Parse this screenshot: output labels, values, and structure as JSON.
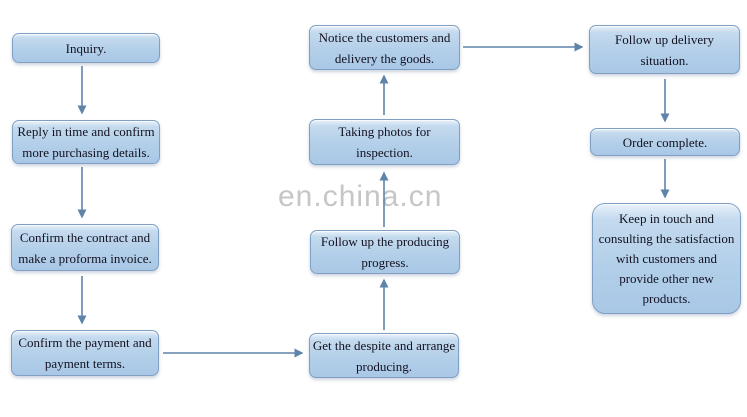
{
  "watermark": {
    "text": "en.china.cn"
  },
  "colors": {
    "background": "#ffffff",
    "box_fill_top": "#e9f2fb",
    "box_fill_bottom": "#a9c8e6",
    "box_border": "#7f9fc3",
    "arrow": "#5f84a9",
    "text": "#121220",
    "watermark": "#c6c6c6"
  },
  "nodes": {
    "inquiry": {
      "label": "Inquiry."
    },
    "reply": {
      "label": "Reply in time and confirm more purchasing details."
    },
    "contract": {
      "label": "Confirm the contract and make a proforma invoice."
    },
    "payment": {
      "label": "Confirm the payment and payment terms."
    },
    "despite": {
      "label": "Get the despite and arrange producing."
    },
    "progress": {
      "label": "Follow up the producing progress."
    },
    "photos": {
      "label": "Taking photos for inspection."
    },
    "notice": {
      "label": "Notice the customers and delivery the goods."
    },
    "delivery": {
      "label": "Follow up delivery situation."
    },
    "complete": {
      "label": "Order complete."
    },
    "keep": {
      "label": "Keep in touch and consulting the satisfaction with customers and provide other new products."
    }
  },
  "edges": [
    {
      "from": "inquiry",
      "to": "reply",
      "direction": "down"
    },
    {
      "from": "reply",
      "to": "contract",
      "direction": "down"
    },
    {
      "from": "contract",
      "to": "payment",
      "direction": "down"
    },
    {
      "from": "payment",
      "to": "despite",
      "direction": "right"
    },
    {
      "from": "despite",
      "to": "progress",
      "direction": "up"
    },
    {
      "from": "progress",
      "to": "photos",
      "direction": "up"
    },
    {
      "from": "photos",
      "to": "notice",
      "direction": "up"
    },
    {
      "from": "notice",
      "to": "delivery",
      "direction": "right"
    },
    {
      "from": "delivery",
      "to": "complete",
      "direction": "down"
    },
    {
      "from": "complete",
      "to": "keep",
      "direction": "down"
    }
  ]
}
